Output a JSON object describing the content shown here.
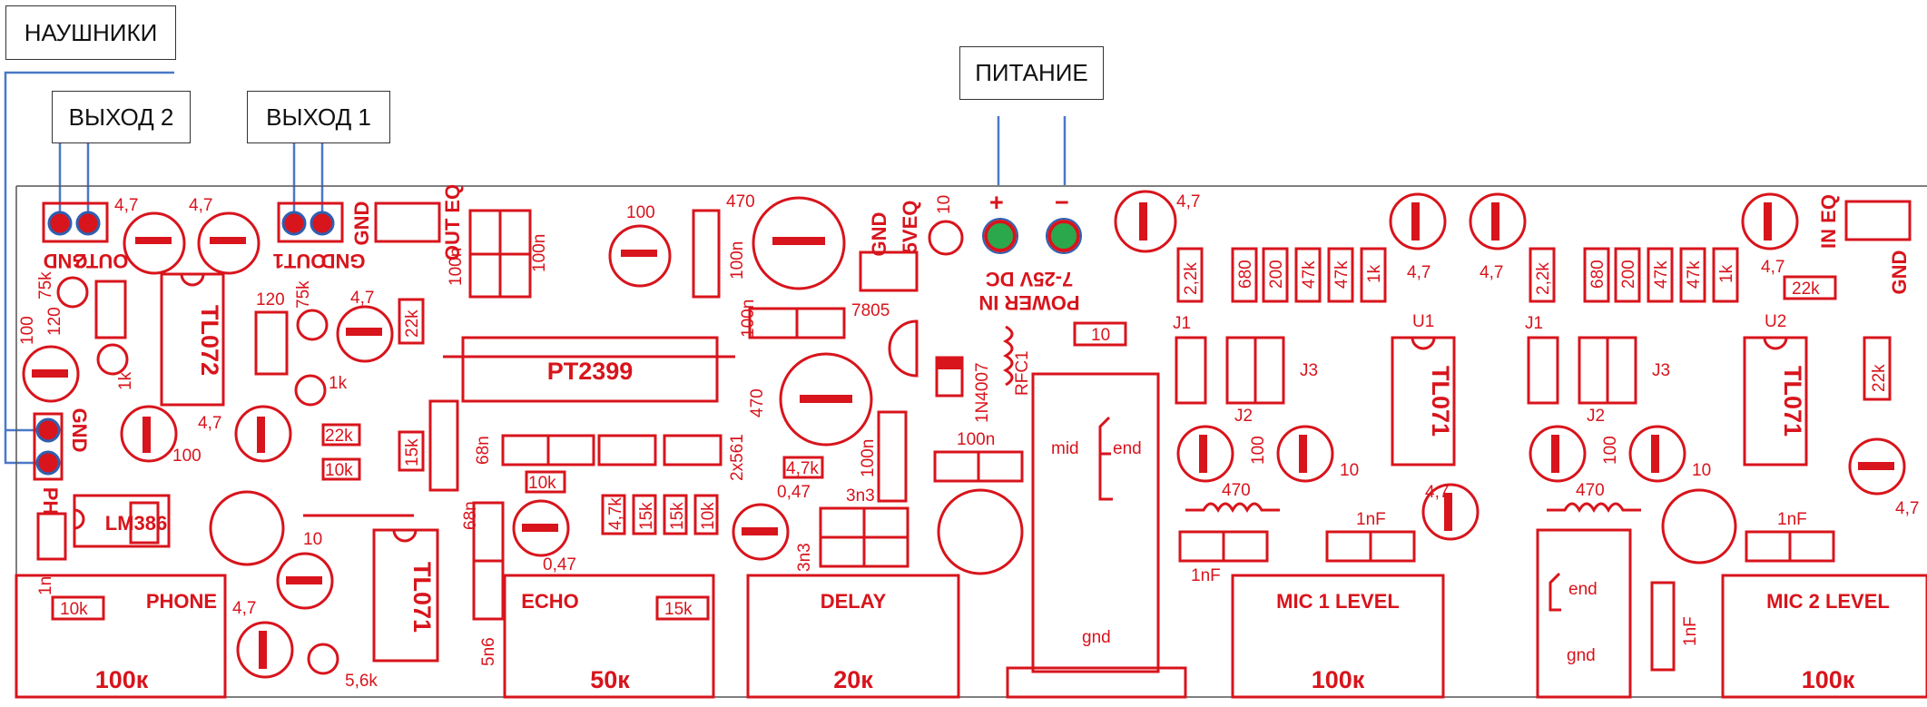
{
  "callouts": {
    "headphones": "НАУШНИКИ",
    "out2": "ВЫХОД 2",
    "out1": "ВЫХОД  1",
    "power": "ПИТАНИЕ"
  },
  "labels": {
    "out2_gnd": "GND",
    "out2": "OUT2",
    "out1": "OUT1",
    "out1_gnd": "GND",
    "gnd_top": "GND",
    "out_eq": "OUT EQ",
    "gnd_5v": "GND",
    "eq_5v": "5VEQ",
    "power_in": "POWER IN",
    "power_range": "7-25V DC",
    "plus": "+",
    "minus": "−",
    "in_eq": "IN EQ",
    "gnd_right": "GND",
    "ph": "PH",
    "gnd_ph": "GND",
    "pt2399": "PT2399",
    "tl072": "TL072",
    "lm386": "LM386",
    "tl071_a": "TL071",
    "tl071_b": "TL071",
    "tl071_c": "TL071",
    "reg_7805": "7805",
    "diode": "1N4007",
    "rfc": "RFC1",
    "tr": "2x561",
    "j1a": "J1",
    "j2a": "J2",
    "j3a": "J3",
    "u1": "U1",
    "j1b": "J1",
    "j2b": "J2",
    "j3b": "J3",
    "u2": "U2",
    "mid": "mid",
    "end1": "end",
    "gnd1": "gnd",
    "end2": "end",
    "gnd2": "gnd"
  },
  "values": {
    "v47a": "4,7",
    "v47b": "4,7",
    "v100": "100",
    "v470a": "470",
    "v100n_a": "100n",
    "v100n_b": "100n",
    "v100n_c": "100n",
    "v10_top": "10",
    "v47c": "4,7",
    "v22k_a": "2,2k",
    "v680a": "680",
    "v200a": "200",
    "v47k_a": "47k",
    "v47k_b": "47k",
    "v1k_a": "1k",
    "v47d": "4,7",
    "v47e": "4,7",
    "v22k_b": "2,2k",
    "v680b": "680",
    "v200b": "200",
    "v47k_c": "47k",
    "v47k_d": "47k",
    "v1k_b": "1k",
    "v47f": "4,7",
    "v22k_c": "22k",
    "v75k_a": "75k",
    "v120a": "120",
    "v100_l": "100",
    "v1k_c": "1k",
    "v120b": "120",
    "v75k_b": "75k",
    "v47g": "4,7",
    "v22k_d": "22k",
    "v1k_d": "1k",
    "v100n_d": "100n",
    "v470b": "470",
    "v10_r": "10",
    "v22k_e": "22k",
    "v100_c": "100",
    "v47h": "4,7",
    "v22k_f": "22k",
    "v10k_a": "10k",
    "v15k_a": "15k",
    "v68n_a": "68n",
    "v68n_b": "68n",
    "v10k_b": "10k",
    "v47k_e": "4,7k",
    "v15k_b": "15k",
    "v15k_c": "15k",
    "v10k_c": "10k",
    "v047a": "0,47",
    "v47k_f": "4,7k",
    "v100n_e": "100n",
    "v3n3a": "3n3",
    "v3n3b": "3n3",
    "v047b": "0,47",
    "v100n_f": "100n",
    "v100_j2a": "100",
    "v10_j2a": "10",
    "v470_l1": "470",
    "v47i": "4,7",
    "v1nf_a": "1nF",
    "v1nf_b": "1nF",
    "v100_j2b": "100",
    "v10_j2b": "10",
    "v470_l2": "470",
    "v47j": "4,7",
    "v1nf_c": "1nF",
    "v1nf_d": "1nF",
    "v10_lm": "10",
    "v1n": "1n",
    "v10k_d": "10k",
    "v47k_lm": "4,7",
    "v56k": "5,6k",
    "v5n6": "5n6",
    "v15k_d": "15k"
  },
  "pots": {
    "phone": {
      "label": "PHONE",
      "value": "100к"
    },
    "echo": {
      "label": "ECHO",
      "value": "50к"
    },
    "delay": {
      "label": "DELAY",
      "value": "20к"
    },
    "mic1": {
      "label": "MIC 1 LEVEL",
      "value": "100к"
    },
    "mic2": {
      "label": "MIC 2 LEVEL",
      "value": "100к"
    }
  },
  "colors": {
    "silkscreen": "#d8141c",
    "pad_blue": "#2f5fb0",
    "pad_green": "#2ca84c",
    "wire": "#4a78c8",
    "callout_border": "#333333"
  }
}
